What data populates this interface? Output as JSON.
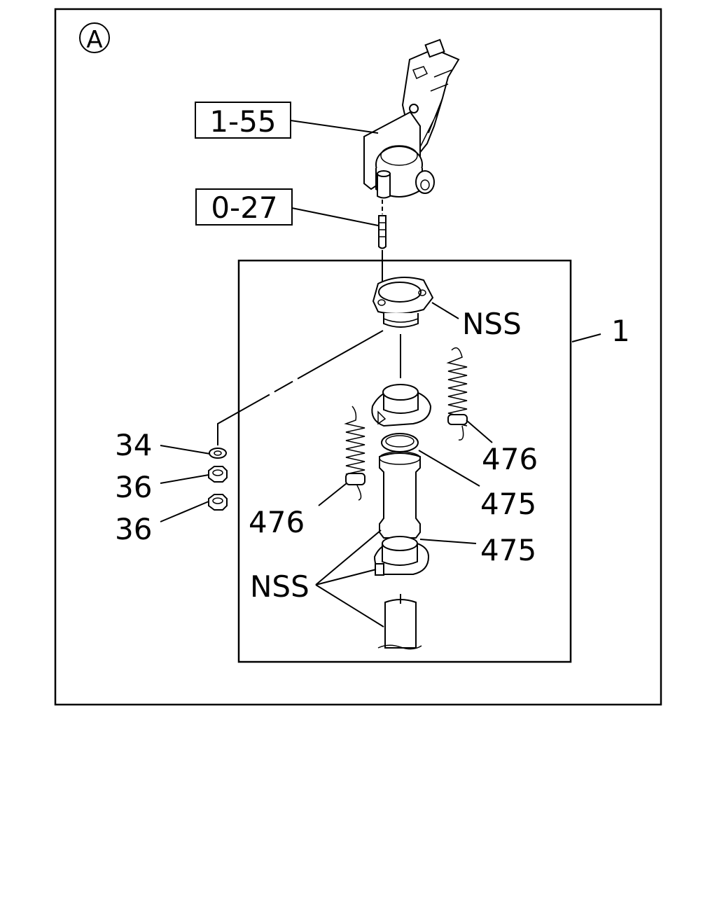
{
  "diagram": {
    "view_marker": "A",
    "refs": {
      "ref_1_55": "1-55",
      "ref_0_27": "0-27"
    },
    "callouts": {
      "nss_top": "NSS",
      "nss_bottom": "NSS",
      "assembly_1": "1",
      "washer_34": "34",
      "nut_36_upper": "36",
      "nut_36_lower": "36",
      "spring_476_right": "476",
      "spring_476_left": "476",
      "ring_475_upper": "475",
      "ring_475_lower": "475"
    },
    "colors": {
      "line": "#000000",
      "background": "#ffffff"
    }
  }
}
